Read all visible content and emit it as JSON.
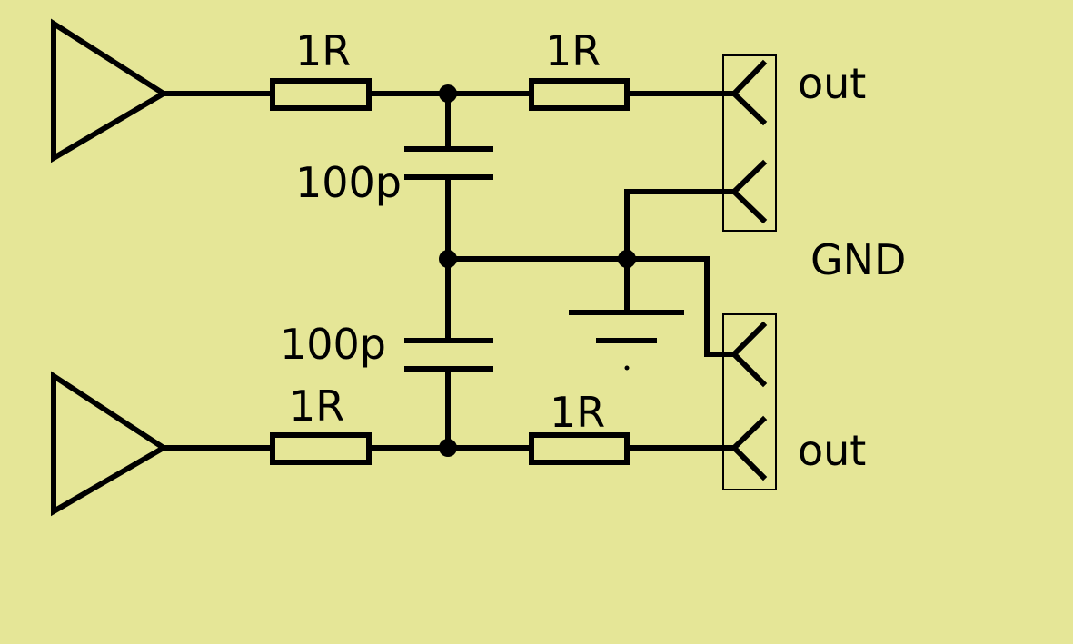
{
  "colors": {
    "background": "#e5e697",
    "ink": "#000000"
  },
  "labels": {
    "r_top_left": "1R",
    "r_top_right": "1R",
    "r_bottom_left": "1R",
    "r_bottom_right": "1R",
    "c_top": "100p",
    "c_bottom": "100p",
    "out_top": "out",
    "out_bottom": "out",
    "gnd": "GND"
  },
  "components": [
    {
      "name": "amplifier-top",
      "type": "buffer"
    },
    {
      "name": "amplifier-bottom",
      "type": "buffer"
    },
    {
      "name": "resistor-top-left",
      "type": "resistor",
      "value": "1R"
    },
    {
      "name": "resistor-top-right",
      "type": "resistor",
      "value": "1R"
    },
    {
      "name": "resistor-bottom-left",
      "type": "resistor",
      "value": "1R"
    },
    {
      "name": "resistor-bottom-right",
      "type": "resistor",
      "value": "1R"
    },
    {
      "name": "capacitor-top",
      "type": "capacitor",
      "value": "100p"
    },
    {
      "name": "capacitor-bottom",
      "type": "capacitor",
      "value": "100p"
    },
    {
      "name": "ground-symbol",
      "type": "ground"
    },
    {
      "name": "connector-top",
      "type": "connector",
      "pins": 2
    },
    {
      "name": "connector-bottom",
      "type": "connector",
      "pins": 2
    }
  ]
}
